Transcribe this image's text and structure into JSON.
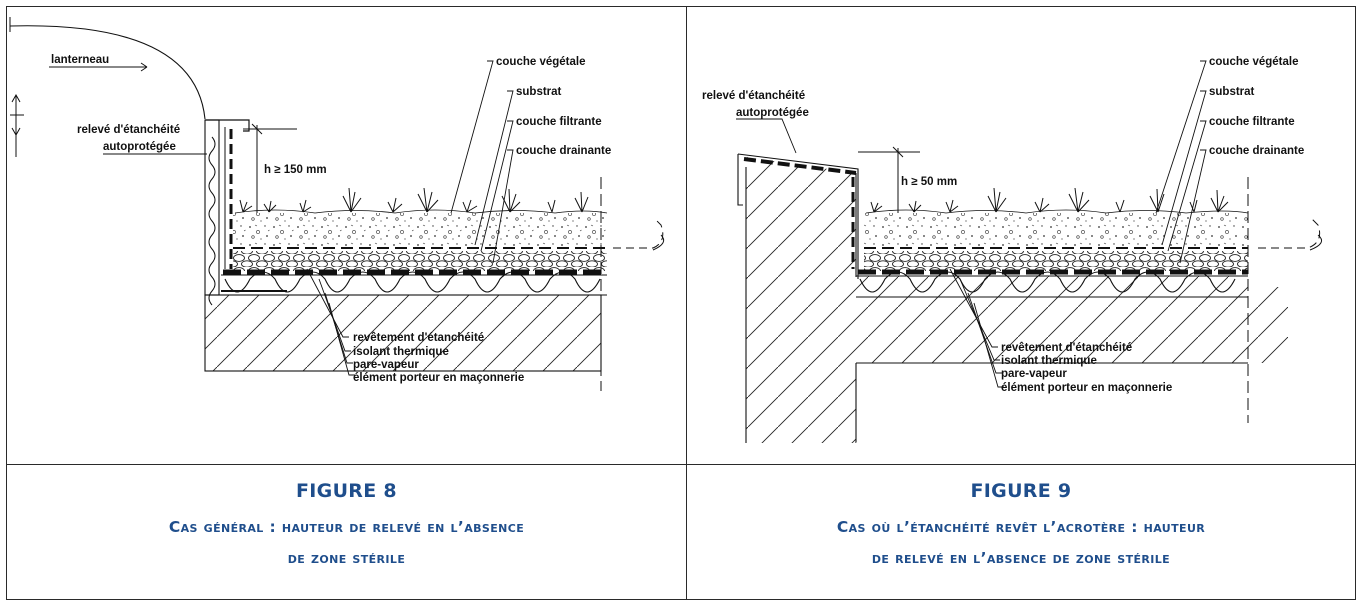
{
  "figure8": {
    "labels": {
      "lanterneau": "lanterneau",
      "releve_line1": "relevé d'étanchéité",
      "releve_line2": "autoprotégée",
      "height": "h ≥ 150 mm",
      "couche_vegetale": "couche végétale",
      "substrat": "substrat",
      "couche_filtrante": "couche filtrante",
      "couche_drainante": "couche drainante",
      "revetement": "revêtement d'étanchéité",
      "isolant": "isolant thermique",
      "pare_vapeur": "pare-vapeur",
      "element_porteur": "élément porteur en maçonnerie"
    },
    "caption_title": "FIGURE 8",
    "caption_line1": "Cas général : hauteur de relevé en l’absence",
    "caption_line2": "de zone stérile"
  },
  "figure9": {
    "labels": {
      "releve_line1": "relevé d'étanchéité",
      "releve_line2": "autoprotégée",
      "height": "h ≥ 50 mm",
      "couche_vegetale": "couche végétale",
      "substrat": "substrat",
      "couche_filtrante": "couche filtrante",
      "couche_drainante": "couche drainante",
      "revetement": "revêtement d'étanchéité",
      "isolant": "isolant thermique",
      "pare_vapeur": "pare-vapeur",
      "element_porteur": "élément porteur en maçonnerie"
    },
    "caption_title": "FIGURE 9",
    "caption_line1": "Cas où l’étanchéité revêt l’acrotère : hauteur",
    "caption_line2": "de relevé en l’absence de zone stérile"
  },
  "colors": {
    "caption": "#1f4e8c",
    "line": "#111111"
  }
}
